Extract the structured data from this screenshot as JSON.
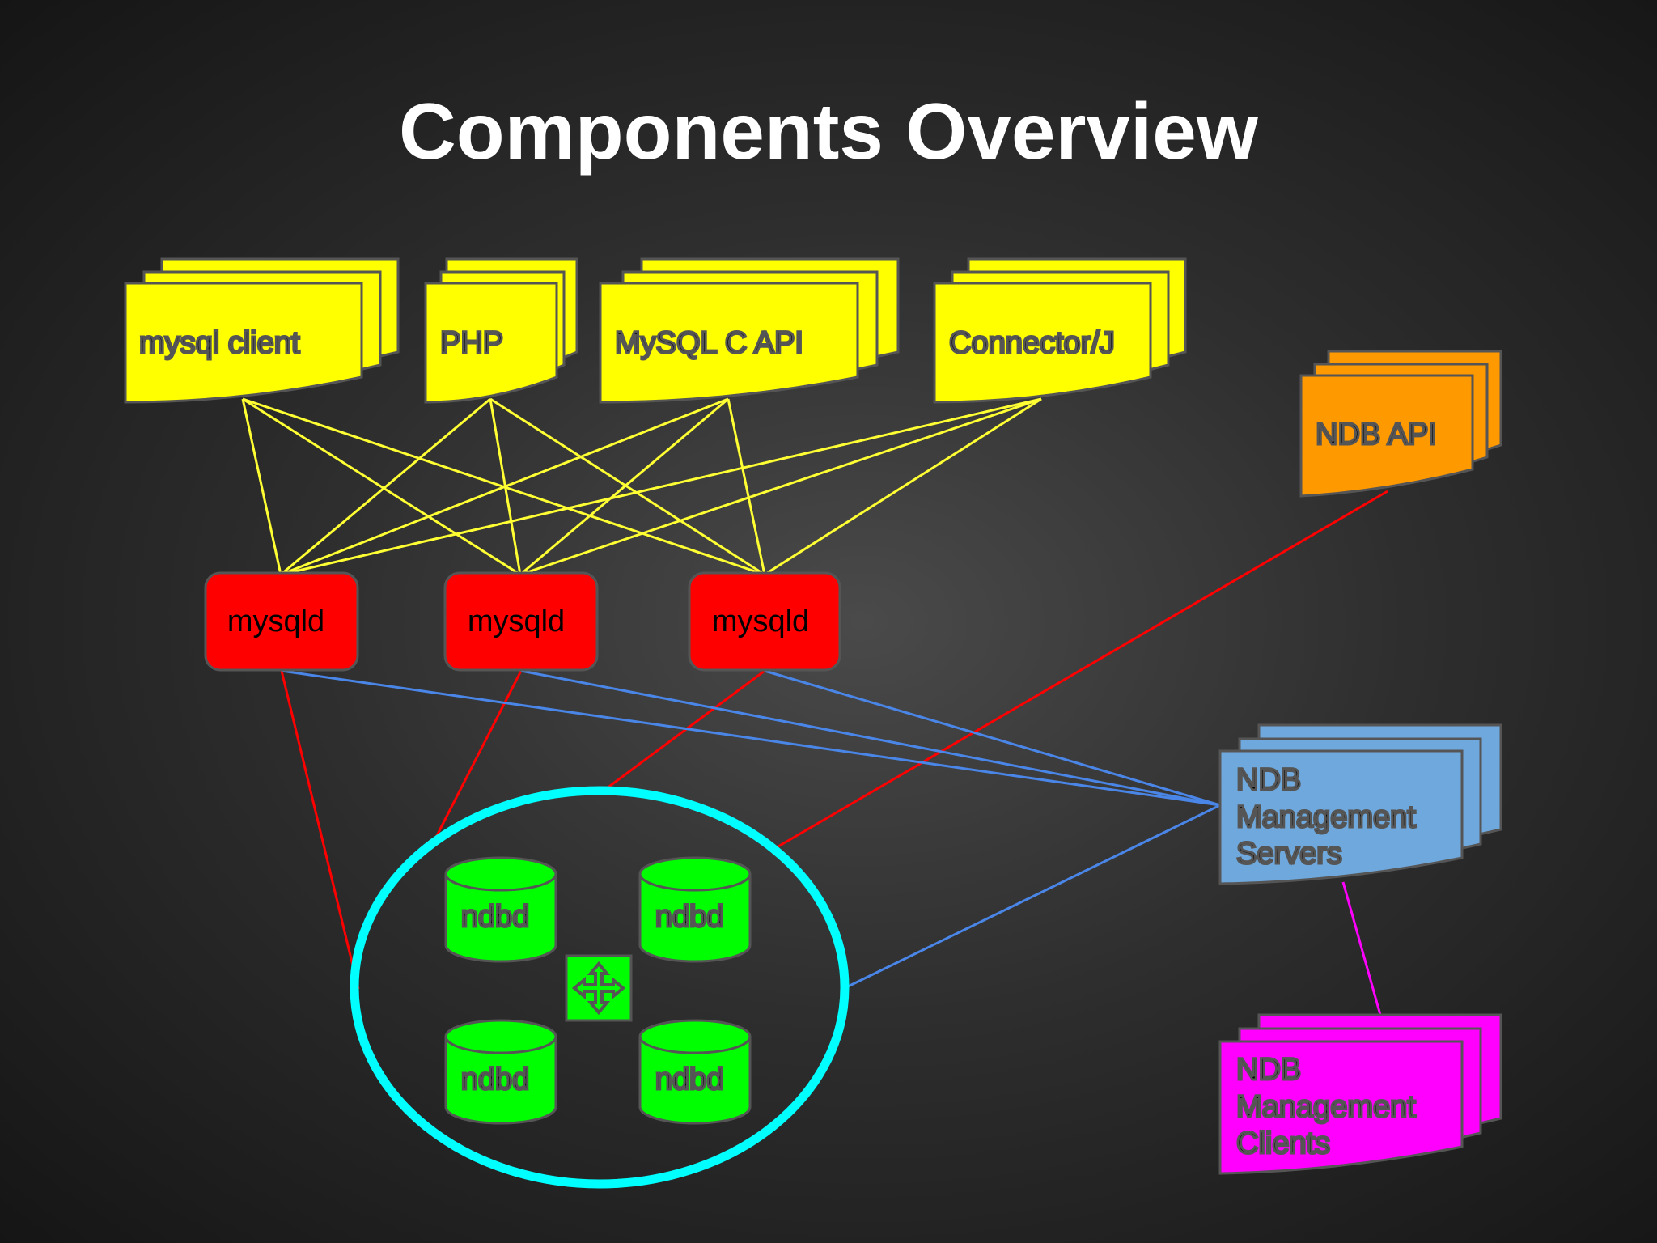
{
  "title": "Components Overview",
  "clients": [
    {
      "id": "mysql-client",
      "label": "mysql client"
    },
    {
      "id": "php",
      "label": "PHP"
    },
    {
      "id": "mysql-c-api",
      "label": "MySQL C API"
    },
    {
      "id": "connector-j",
      "label": "Connector/J"
    }
  ],
  "servers": [
    {
      "label": "mysqld"
    },
    {
      "label": "mysqld"
    },
    {
      "label": "mysqld"
    }
  ],
  "ndb_api": {
    "label": "NDB API"
  },
  "mgm_servers": {
    "lines": [
      "NDB",
      "Management",
      "Servers"
    ]
  },
  "mgm_clients": {
    "lines": [
      "NDB",
      "Management",
      "Clients"
    ]
  },
  "data_nodes": [
    {
      "label": "ndbd"
    },
    {
      "label": "ndbd"
    },
    {
      "label": "ndbd"
    },
    {
      "label": "ndbd"
    }
  ],
  "colors": {
    "clients": "#ffff00",
    "mysqld": "#ff0000",
    "ndb_api": "#ff9900",
    "mgm_servers": "#6fa8dc",
    "mgm_clients": "#ff00ff",
    "data_nodes": "#00ff00",
    "cluster_ring": "#00ffff",
    "link_client_mysqld": "#ffff33",
    "link_data": "#ff0000",
    "link_mgm": "#4a86e8",
    "link_mgm_clients": "#ff00ff"
  }
}
